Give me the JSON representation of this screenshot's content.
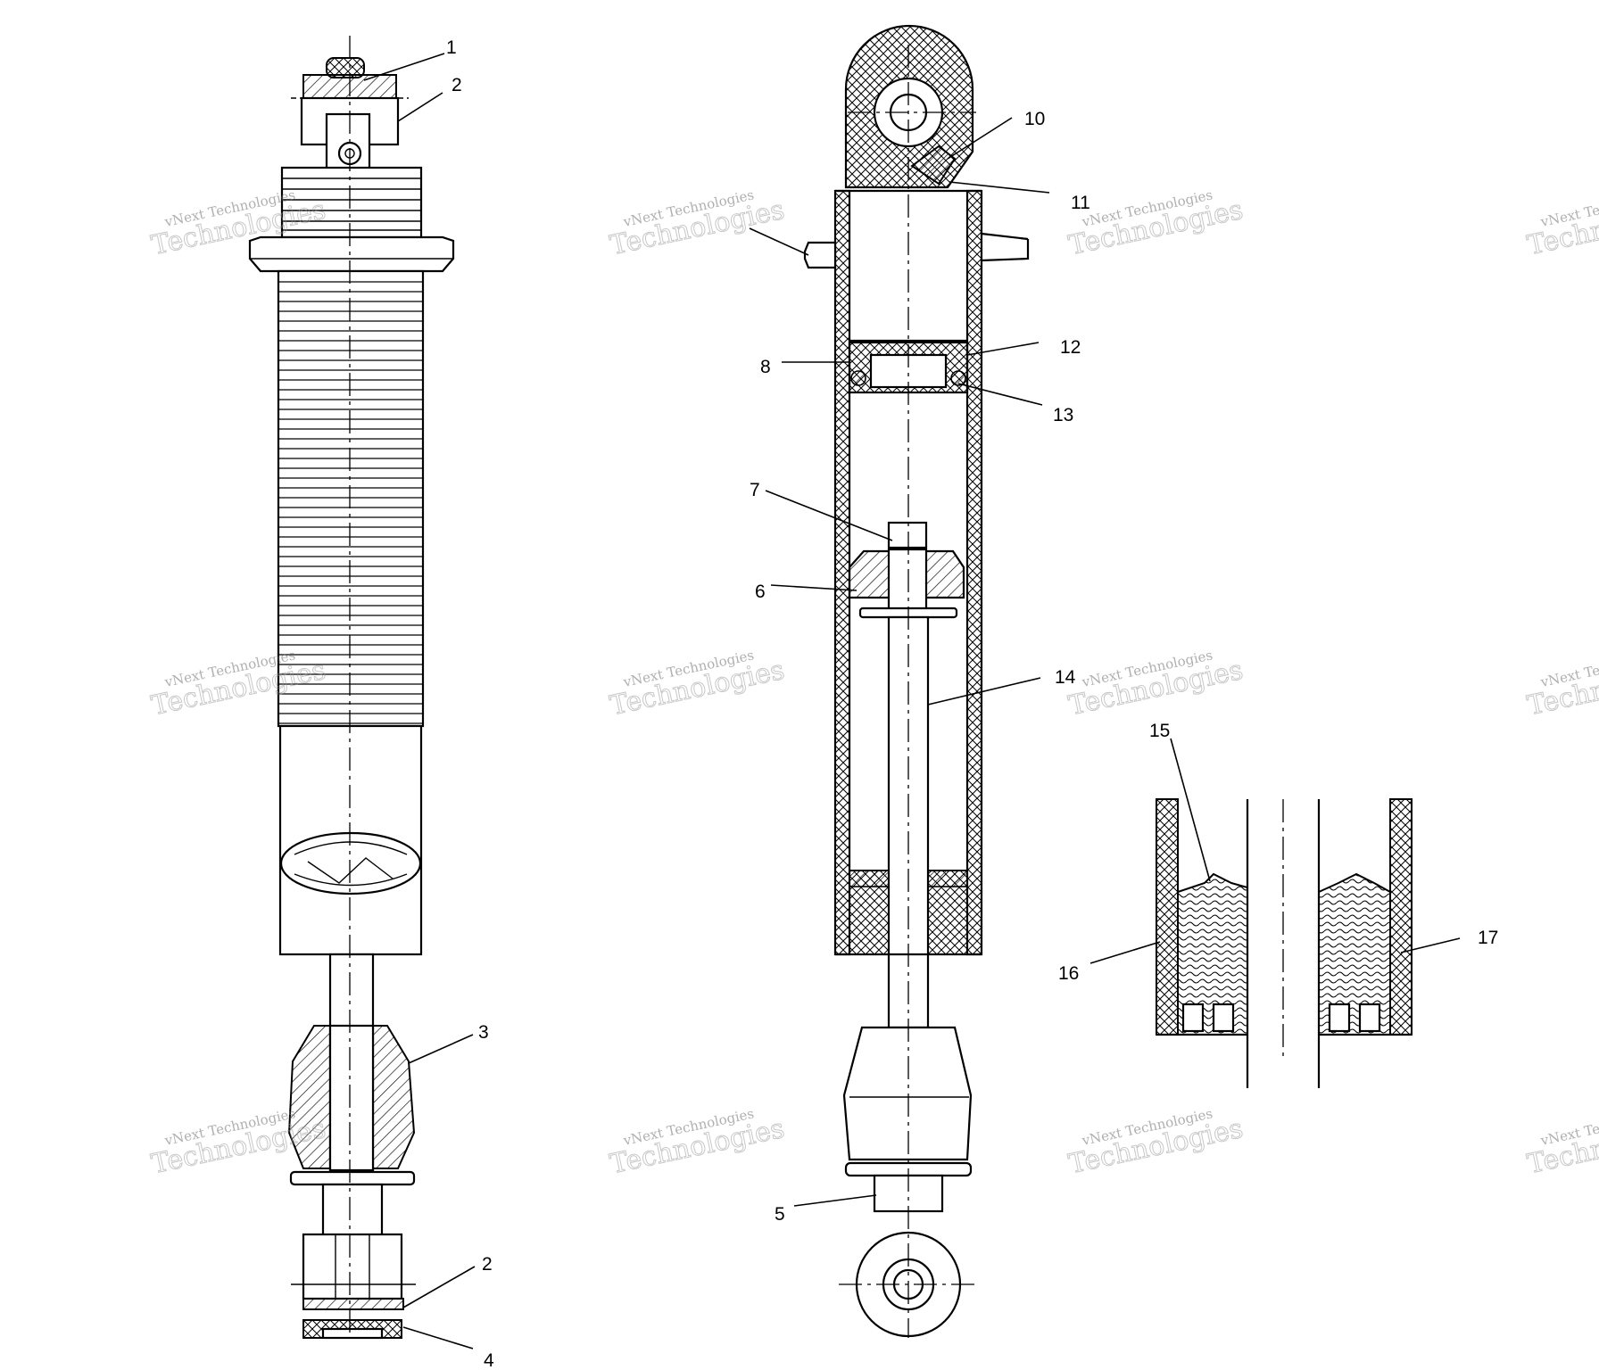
{
  "callouts": {
    "n1": "1",
    "n2a": "2",
    "n2b": "2",
    "n3": "3",
    "n4": "4",
    "n5": "5",
    "n6": "6",
    "n7": "7",
    "n8": "8",
    "n10": "10",
    "n11": "11",
    "n12": "12",
    "n13": "13",
    "n14": "14",
    "n15": "15",
    "n16": "16",
    "n17": "17"
  },
  "watermark": {
    "line1": "vNext Technologies",
    "line2": "Technologies"
  }
}
